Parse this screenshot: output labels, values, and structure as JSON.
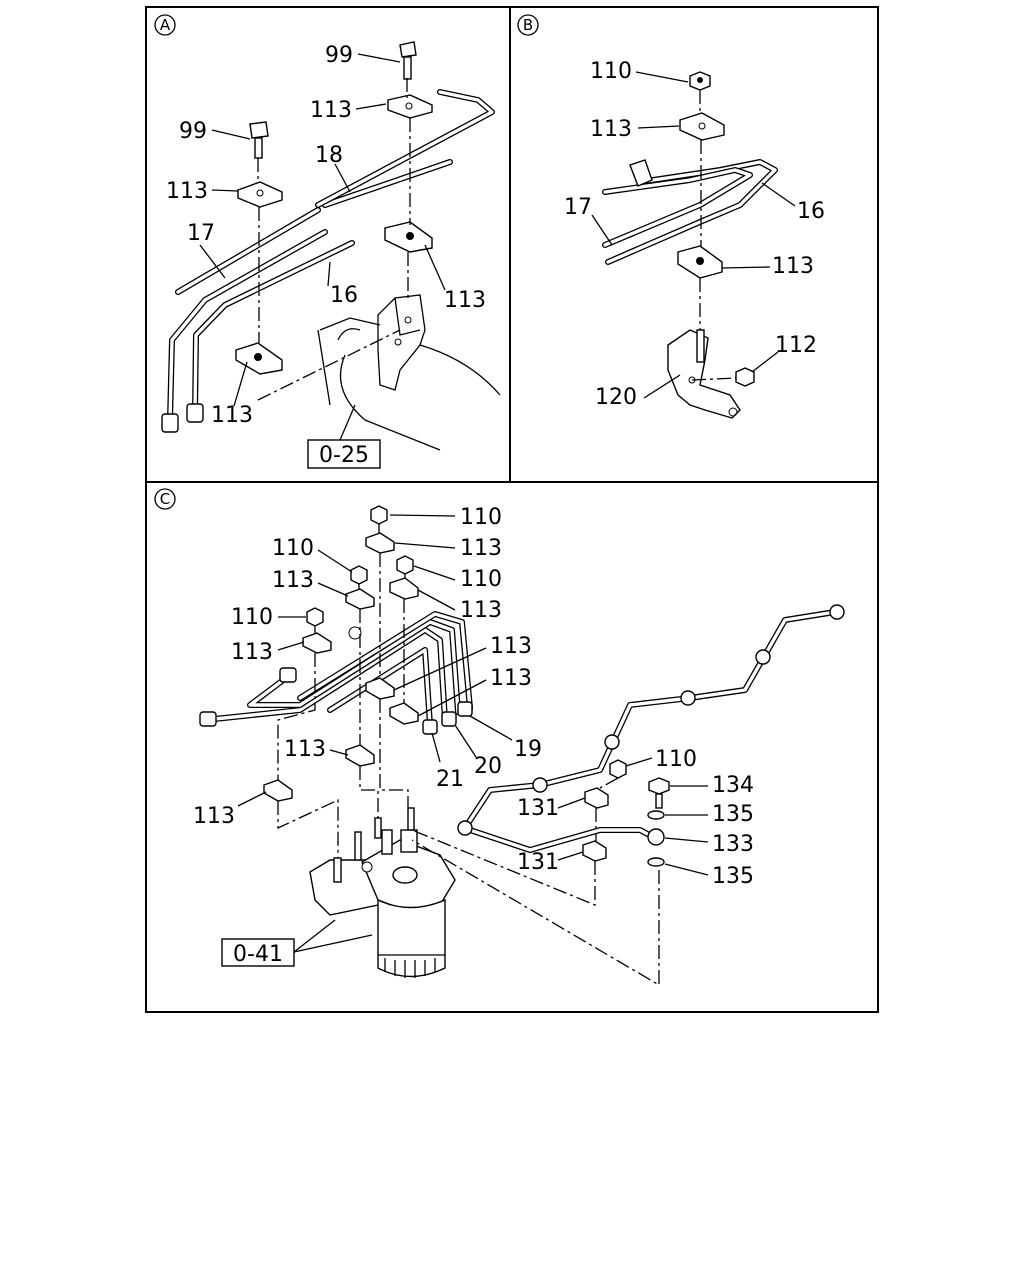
{
  "panels": {
    "a": {
      "marker": "A",
      "labels": {
        "l99a": "99",
        "l113a": "113",
        "l99b": "99",
        "l18": "18",
        "l113b": "113",
        "l17": "17",
        "l113c": "113",
        "l16": "16",
        "l113d": "113"
      },
      "ref": "0-25"
    },
    "b": {
      "marker": "B",
      "labels": {
        "l110": "110",
        "l113a": "113",
        "l17": "17",
        "l16": "16",
        "l113b": "113",
        "l112": "112",
        "l120": "120"
      }
    },
    "c": {
      "marker": "C",
      "labels": {
        "l110a": "110",
        "l113a": "113",
        "l110b": "110",
        "l110c": "110",
        "l113b": "113",
        "l113c": "113",
        "l110d": "110",
        "l113d": "113",
        "l113e": "113",
        "l113f": "113",
        "l113g": "113",
        "l19": "19",
        "l20": "20",
        "l21": "21",
        "l113h": "113",
        "l110e": "110",
        "l134": "134",
        "l131a": "131",
        "l135a": "135",
        "l133": "133",
        "l131b": "131",
        "l135b": "135"
      },
      "ref": "0-41"
    }
  }
}
